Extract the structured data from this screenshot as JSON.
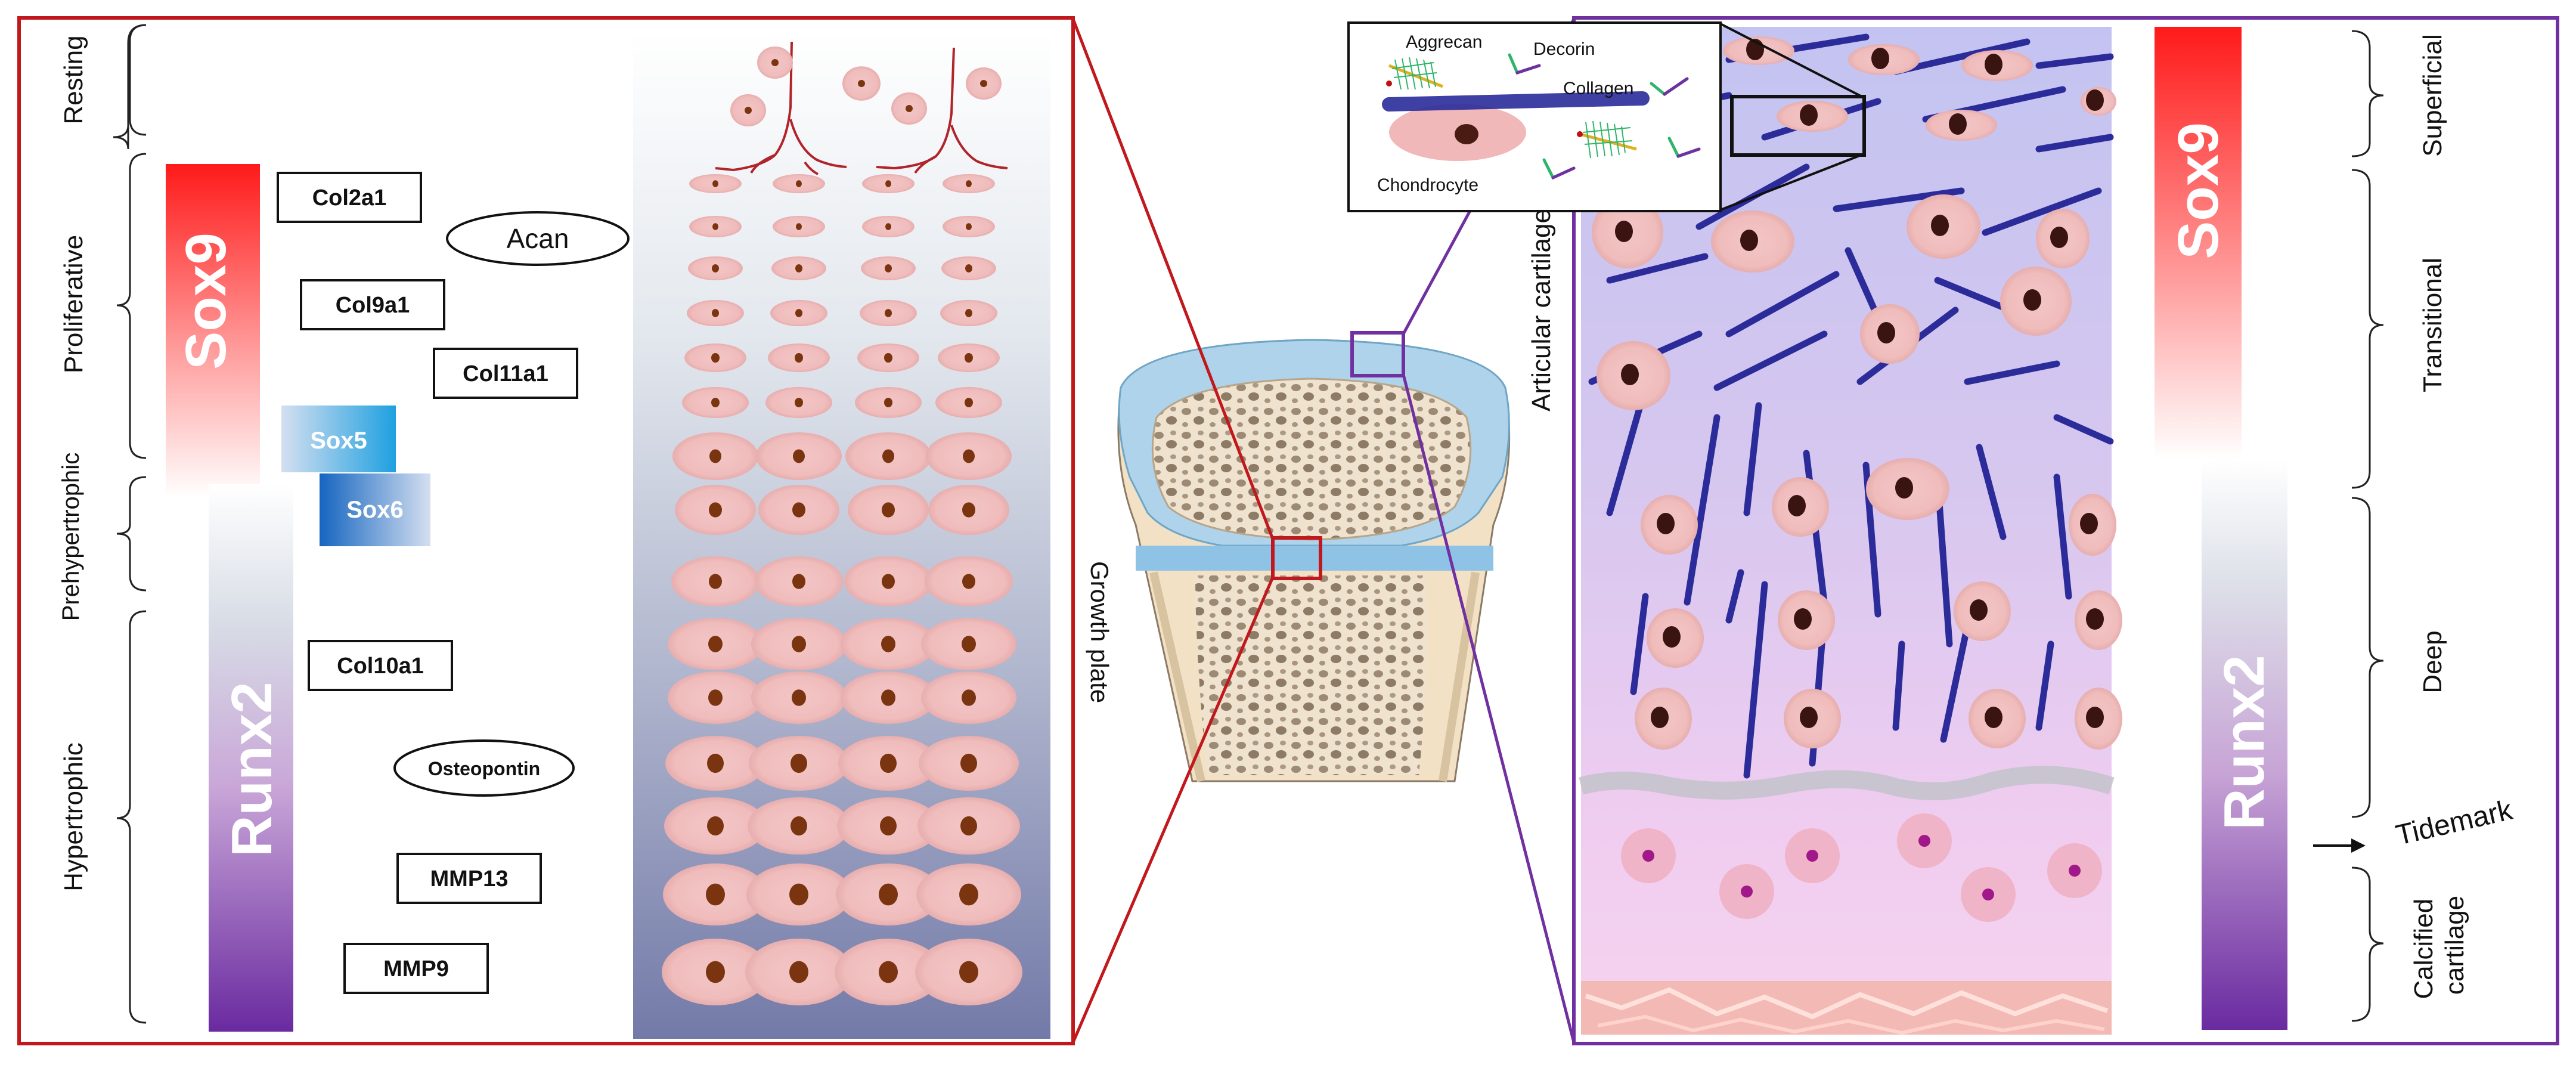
{
  "growth_plate": {
    "zones": {
      "resting": "Resting",
      "proliferative": "Proliferative",
      "prehypertrophic": "Prehypertrophic",
      "hypertrophic": "Hypertrophic"
    },
    "bars": {
      "sox9": "Sox9",
      "runx2": "Runx2",
      "sox5": "Sox5",
      "sox6": "Sox6"
    },
    "markers": {
      "col2a1": "Col2a1",
      "acan": "Acan",
      "col9a1": "Col9a1",
      "col11a1": "Col11a1",
      "col10a1": "Col10a1",
      "osteopontin": "Osteopontin",
      "mmp13": "MMP13",
      "mmp9": "MMP9"
    }
  },
  "center": {
    "growth_plate_label": "Growth plate",
    "articular_label": "Articular cartilage"
  },
  "inset": {
    "aggrecan": "Aggrecan",
    "decorin": "Decorin",
    "collagen": "Collagen",
    "chondrocyte": "Chondrocyte"
  },
  "articular": {
    "zones": {
      "superficial": "Superficial",
      "transitional": "Transitional",
      "deep": "Deep",
      "tidemark": "Tidemark",
      "calcified": "Calcified cartilage"
    },
    "bars": {
      "sox9": "Sox9",
      "runx2": "Runx2"
    }
  },
  "colors": {
    "growth_frame": "#c0181c",
    "articular_frame": "#7030a0",
    "sox9": "#ff1d1d",
    "runx2": "#6a2aa0",
    "cell": "#f2c4c4",
    "nucleus": "#7a3510",
    "fiber": "#2b2c9a",
    "vessel": "#b0242a"
  }
}
